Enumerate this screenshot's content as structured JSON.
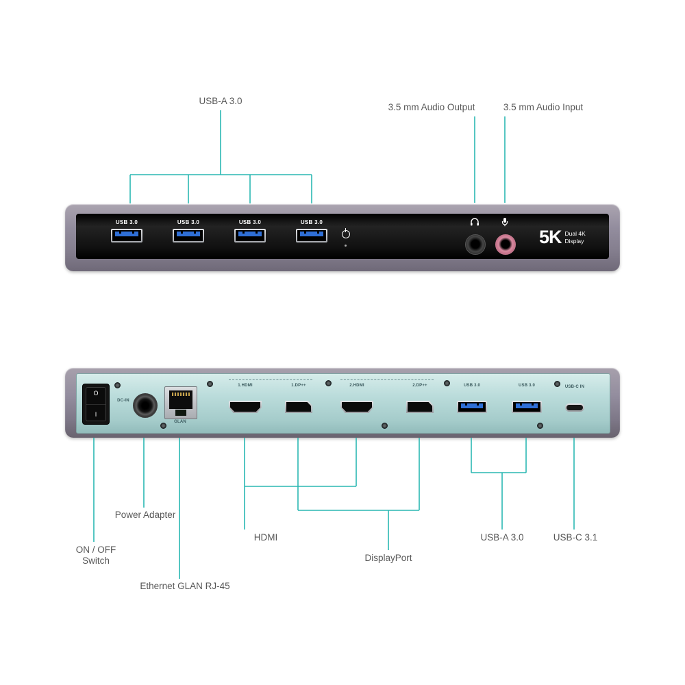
{
  "colors": {
    "accent": "#2ab7b2",
    "label_text": "#575757",
    "front_panel_gray": "#938d9e",
    "front_strip_black": "#141414",
    "back_panel_teal": "#bcdddc",
    "usb_blue": "#2f6fd6",
    "audio_in_pink": "#d98aa0"
  },
  "front": {
    "ports": {
      "usb_labels": [
        "USB 3.0",
        "USB 3.0",
        "USB 3.0",
        "USB 3.0"
      ]
    },
    "branding": {
      "big": "5K",
      "sub1": "Dual 4K",
      "sub2": "Display"
    },
    "callouts": {
      "usb": "USB-A 3.0",
      "audio_output": "3.5 mm Audio Output",
      "audio_input": "3.5 mm Audio Input"
    }
  },
  "back": {
    "port_labels": {
      "dc": "DC-IN",
      "glan": "GLAN",
      "hdmi1": "1.HDMI",
      "dp1": "1.DP++",
      "hdmi2": "2.HDMI",
      "dp2": "2.DP++",
      "usb1": "USB 3.0",
      "usb2": "USB 3.0",
      "usbc": "USB-C IN"
    },
    "switch_marks": {
      "off": "O",
      "on": "I"
    },
    "callouts": {
      "switch_line1": "ON / OFF",
      "switch_line2": "Switch",
      "power": "Power Adapter",
      "ethernet": "Ethernet GLAN RJ-45",
      "hdmi": "HDMI",
      "displayport": "DisplayPort",
      "usba": "USB-A 3.0",
      "usbc": "USB-C 3.1"
    }
  }
}
